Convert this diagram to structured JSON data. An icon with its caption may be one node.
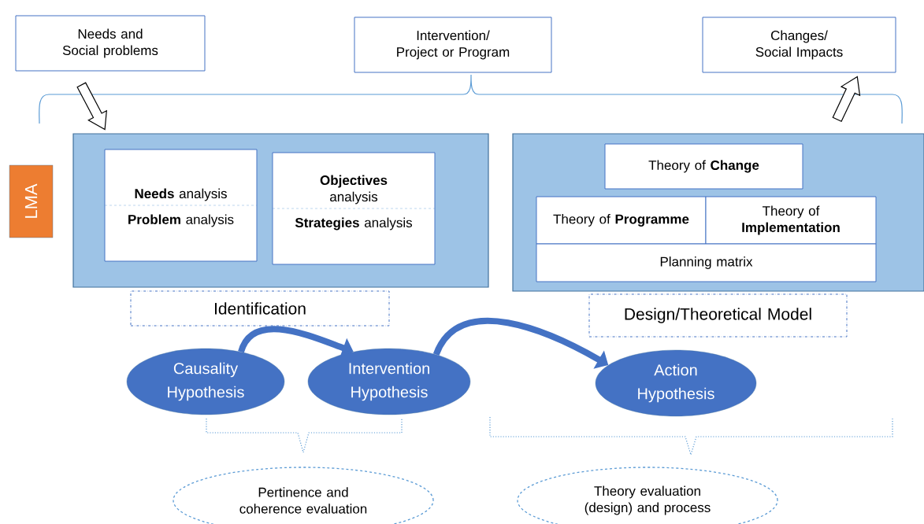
{
  "diagram": {
    "nodes": [
      {
        "text": [
          "Needs and Social problems"
        ]
      },
      {
        "text": [
          "Intervention/ Project or Program"
        ]
      },
      {
        "text": [
          "Changes/ Social Impacts"
        ]
      },
      {
        "text": [
          "LMA"
        ]
      },
      {
        "text": [],
        "shape": "box"
      },
      {
        "text": [
          "**Needs** analysis",
          "**Problem** analysis"
        ],
        "in": 4
      },
      {
        "text": [
          "**Objectives** analysis",
          "**Strategies** analysis"
        ],
        "in": 4
      },
      {
        "text": [],
        "shape": "box"
      },
      {
        "text": [
          "Theory of **Change**"
        ],
        "in": 7
      },
      {
        "text": [
          "Theory of **Programme**"
        ],
        "in": 7
      },
      {
        "text": [
          "Theory of **Implementation**"
        ],
        "in": 7
      },
      {
        "text": [
          "Planning matrix"
        ],
        "in": 7
      },
      {
        "text": [
          "Identification"
        ]
      },
      {
        "text": [
          "Design/Theoretical Model"
        ]
      },
      {
        "text": [
          "Causality Hypothesis"
        ]
      },
      {
        "text": [
          "Intervention Hypothesis"
        ]
      },
      {
        "text": [
          "Action Hypothesis"
        ]
      },
      {
        "text": [
          "Pertinence and coherence evaluation"
        ]
      },
      {
        "text": [
          "Theory evaluation (design) and process"
        ]
      }
    ],
    "edges": [
      {
        "from": 0,
        "to": 4,
        "arrow": "to"
      },
      {
        "from": 7,
        "to": 2,
        "arrow": "to"
      },
      {
        "from": 14,
        "to": 15,
        "arrow": "to",
        "color": "#4472c4"
      },
      {
        "from": 15,
        "to": 16,
        "arrow": "to",
        "color": "#4472c4"
      }
    ]
  }
}
